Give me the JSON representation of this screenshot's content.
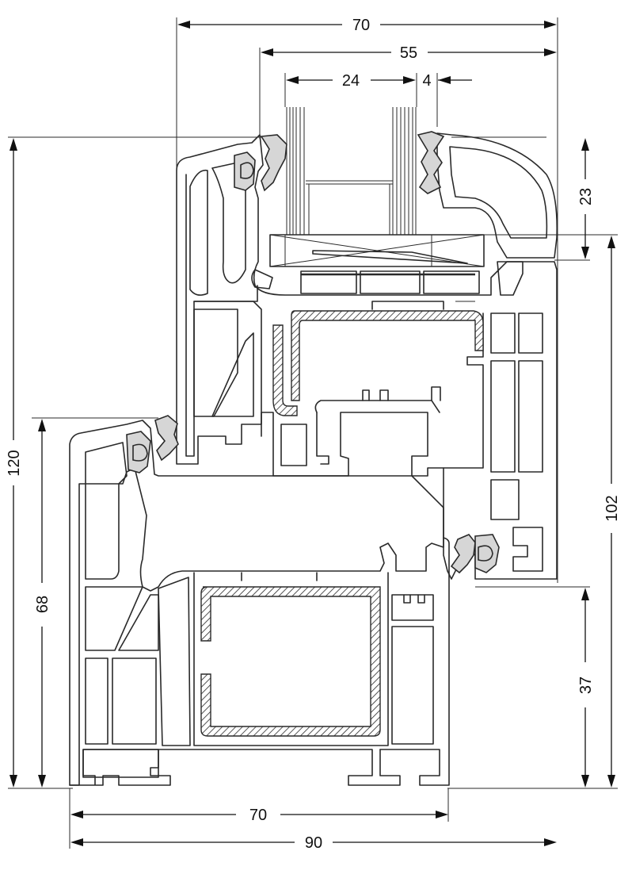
{
  "dimensions": {
    "top_overall": "70",
    "sash_depth": "55",
    "glass_thickness": "24",
    "gap": "4",
    "bead_height": "23",
    "sash_height": "102",
    "total_height": "120",
    "frame_height": "68",
    "bottom_height": "37",
    "frame_depth": "70",
    "overall_depth": "90"
  }
}
